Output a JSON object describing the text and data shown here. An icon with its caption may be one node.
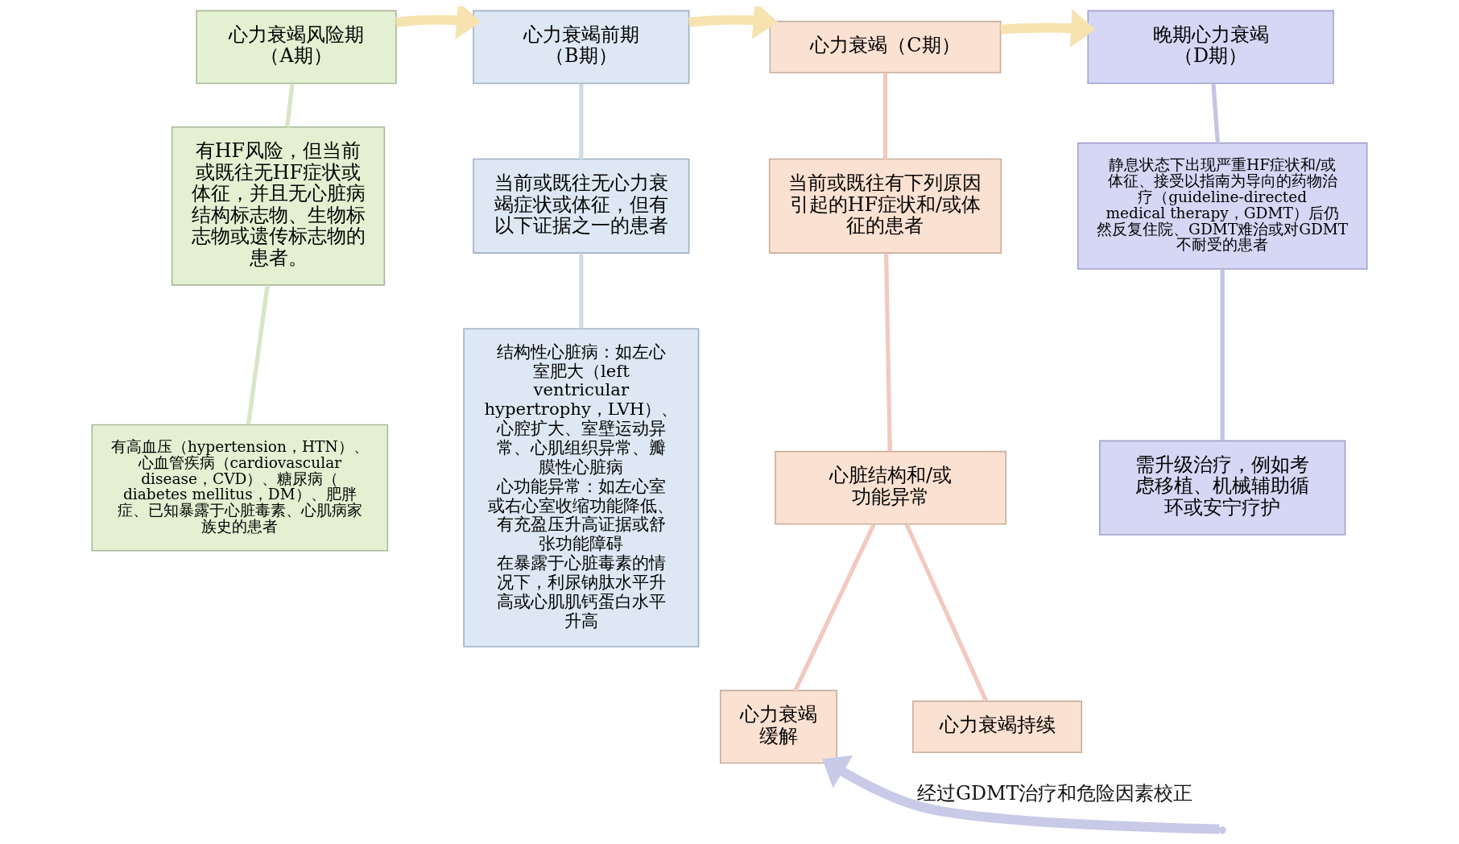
{
  "diagram": {
    "nodes": [
      {
        "text": [
          "心力衰竭风险期（A期）"
        ]
      },
      {
        "text": [
          "有HF风险，但当前或既往无HF症状或体征，并且无心脏病结构标志物、生物标志物或遗传标志物的患者。"
        ]
      },
      {
        "text": [
          "有高血压（hypertension，HTN）、心血管疾病（cardiovascular disease，CVD）、糖尿病（diabetes mellitus，DM）、肥胖症、已知暴露于心脏毒素、心肌病家族史的患者"
        ]
      },
      {
        "text": [
          "心力衰竭前期（B期）"
        ]
      },
      {
        "text": [
          "当前或既往无心力衰竭症状或体征，但有以下证据之一的患者"
        ]
      },
      {
        "text": [
          "结构性心脏病：如左心室肥大（left ventricular hypertrophy，LVH）、心腔扩大、室壁运动异常、心肌组织异常、瓣膜性心脏病",
          "心功能异常：如左心室或右心室收缩功能降低、有充盈压升高证据或舒张功能障碍",
          "在暴露于心脏毒素的情况下，利尿钠肽水平升高或心肌肌钙蛋白水平升高"
        ]
      },
      {
        "text": [
          "心力衰竭（C期）"
        ]
      },
      {
        "text": [
          "当前或既往有下列原因引起的HF症状和/或体征的患者"
        ]
      },
      {
        "text": [
          "心脏结构和/或功能异常"
        ]
      },
      {
        "text": [
          "心力衰竭缓解"
        ]
      },
      {
        "text": [
          "心力衰竭持续"
        ]
      },
      {
        "text": [
          "晚期心力衰竭（D期）"
        ]
      },
      {
        "text": [
          "静息状态下出现严重HF症状和/或体征、接受以指南为导向的药物治疗（guideline-directed medical therapy，GDMT）后仍然反复住院、GDMT难治或对GDMT不耐受的患者"
        ]
      },
      {
        "text": [
          "需升级治疗，例如考虑移植、机械辅助循环或安宁疗护"
        ]
      }
    ],
    "edges": [
      {
        "from": 0,
        "to": 3,
        "arrow": "to",
        "style": "thick",
        "color": "#f7e3b0"
      },
      {
        "from": 3,
        "to": 6,
        "arrow": "to",
        "style": "thick",
        "color": "#f7e3b0"
      },
      {
        "from": 6,
        "to": 11,
        "arrow": "to",
        "style": "thick",
        "color": "#f7e3b0"
      },
      {
        "from": 0,
        "to": 1,
        "arrow": "none"
      },
      {
        "from": 1,
        "to": 2,
        "arrow": "none"
      },
      {
        "from": 3,
        "to": 4,
        "arrow": "none"
      },
      {
        "from": 4,
        "to": 5,
        "arrow": "none"
      },
      {
        "from": 6,
        "to": 7,
        "arrow": "none"
      },
      {
        "from": 7,
        "to": 8,
        "arrow": "none"
      },
      {
        "from": 8,
        "to": 9,
        "arrow": "none"
      },
      {
        "from": 8,
        "to": 10,
        "arrow": "none"
      },
      {
        "from": 11,
        "to": 12,
        "arrow": "none"
      },
      {
        "from": 12,
        "to": 13,
        "arrow": "none"
      },
      {
        "from": null,
        "to": 9,
        "arrow": "to",
        "style": "thick",
        "color": "#c9c9e8",
        "label": "经过GDMT治疗和危险因素校正"
      }
    ]
  }
}
